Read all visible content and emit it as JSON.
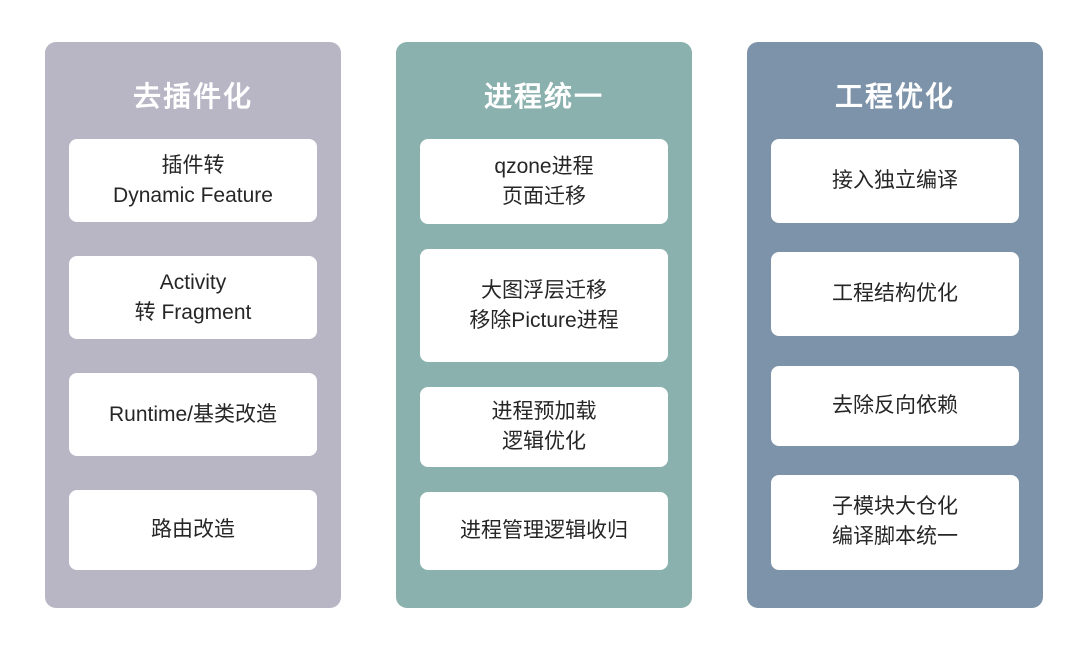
{
  "diagram": {
    "background_color": "#ffffff",
    "card_background": "#ffffff",
    "card_text_color": "#262626",
    "title_text_color": "#ffffff"
  },
  "columns": [
    {
      "title": "去插件化",
      "color": "#b8b6c5",
      "cards": [
        "插件转\nDynamic Feature",
        "Activity\n转 Fragment",
        "Runtime/基类改造",
        "路由改造"
      ]
    },
    {
      "title": "进程统一",
      "color": "#8ab1ad",
      "cards": [
        "qzone进程\n页面迁移",
        "大图浮层迁移\n移除Picture进程",
        "进程预加载\n逻辑优化",
        "进程管理逻辑收归"
      ]
    },
    {
      "title": "工程优化",
      "color": "#7d93a9",
      "cards": [
        "接入独立编译",
        "工程结构优化",
        "去除反向依赖",
        "子模块大仓化\n编译脚本统一"
      ]
    }
  ]
}
